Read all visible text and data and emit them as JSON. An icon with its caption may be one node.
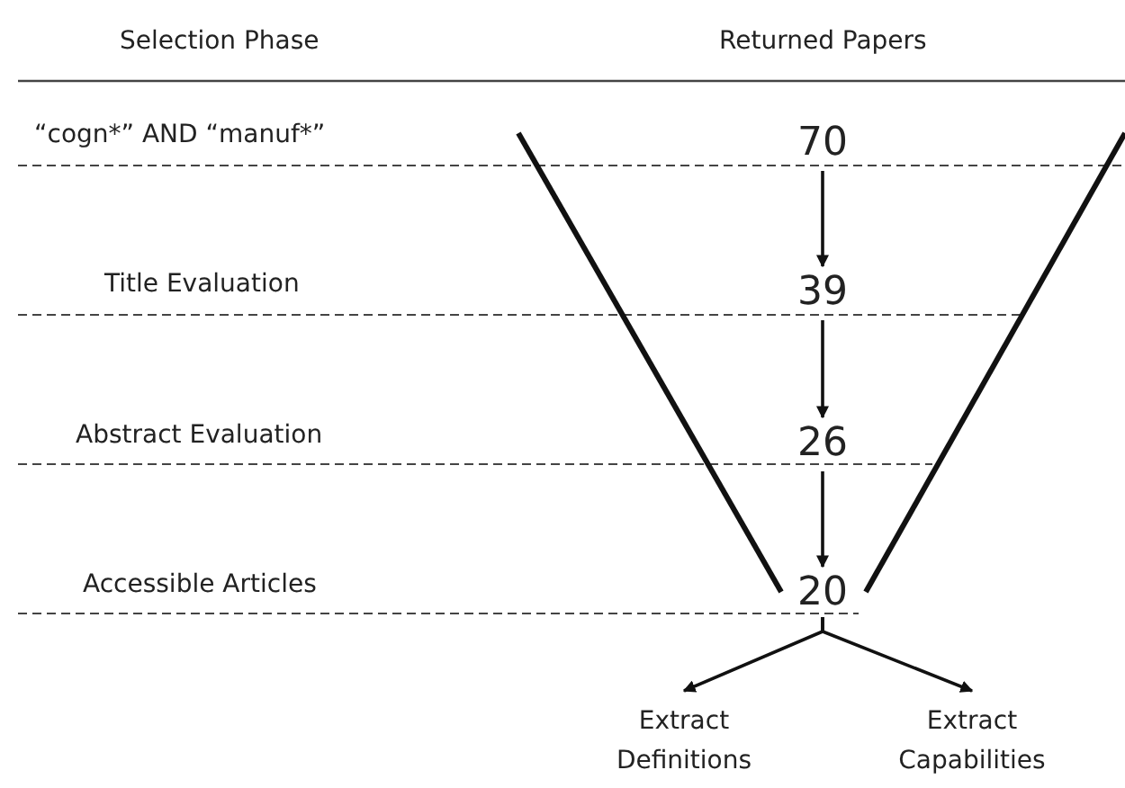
{
  "diagram": {
    "nodes": [
      {
        "text": [
          "70"
        ]
      },
      {
        "text": [
          "39"
        ]
      },
      {
        "text": [
          "26"
        ]
      },
      {
        "text": [
          "20"
        ]
      },
      {
        "text": [
          "Extract Definitions"
        ]
      },
      {
        "text": [
          "Extract Capabilities"
        ]
      }
    ],
    "edges": [
      {
        "from": 0,
        "to": 1,
        "arrow": "to"
      },
      {
        "from": 1,
        "to": 2,
        "arrow": "to"
      },
      {
        "from": 2,
        "to": 3,
        "arrow": "to"
      },
      {
        "from": 3,
        "to": 4,
        "arrow": "to"
      },
      {
        "from": 3,
        "to": 5,
        "arrow": "to"
      }
    ],
    "labels": [
      "Selection Phase",
      "Returned Papers",
      "“cogn*” AND “manuf*”",
      "Title Evaluation",
      "Abstract Evaluation",
      "Accessible Articles"
    ]
  }
}
